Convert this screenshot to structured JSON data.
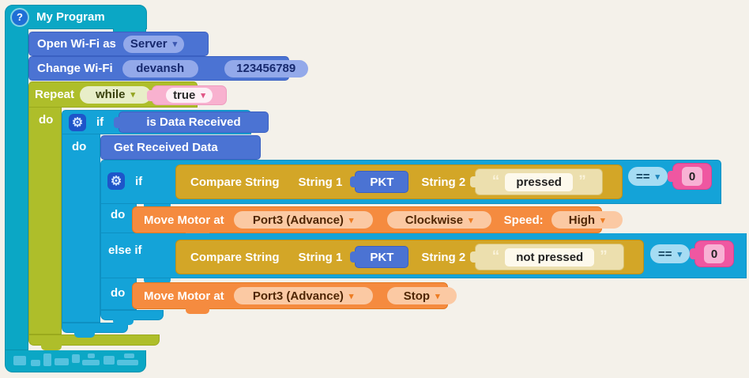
{
  "colors": {
    "workspace_bg": "#f4f1ea",
    "hat_teal": "#0ba7c5",
    "stack_blue": "#4b73d3",
    "loop_lime": "#aebe2a",
    "boolean_pink": "#f8b1cf",
    "if_cyan": "#14a3d8",
    "string_gold": "#d3a627",
    "text_cream": "#ecdfae",
    "number_pink": "#ef57a1",
    "motor_orange": "#f58b3f"
  },
  "hat": {
    "title": "My Program",
    "help": "?"
  },
  "open_wifi": {
    "label": "Open Wi-Fi as",
    "mode": "Server"
  },
  "change_wifi": {
    "label": "Change Wi-Fi",
    "ssid": "devansh",
    "password": "123456789"
  },
  "repeat": {
    "label": "Repeat",
    "mode": "while",
    "condition": "true",
    "do_label": "do"
  },
  "if1": {
    "kw": "if",
    "do_label": "do",
    "condition": "is Data Received"
  },
  "get_data": {
    "label": "Get Received Data"
  },
  "if2": {
    "kw": "if",
    "do_label": "do",
    "elseif_kw": "else if",
    "do2_label": "do"
  },
  "cmp1": {
    "label": "Compare String",
    "s1_label": "String 1",
    "s1_value": "PKT",
    "s2_label": "String 2",
    "quote_open": "“",
    "quote_close": "”",
    "s2_value": "pressed",
    "operator": "==",
    "rhs": "0"
  },
  "cmp2": {
    "label": "Compare String",
    "s1_label": "String 1",
    "s1_value": "PKT",
    "s2_label": "String 2",
    "quote_open": "“",
    "quote_close": "”",
    "s2_value": "not pressed",
    "operator": "==",
    "rhs": "0"
  },
  "motor1": {
    "label": "Move Motor at",
    "port": "Port3 (Advance)",
    "direction": "Clockwise",
    "speed_label": "Speed:",
    "speed": "High"
  },
  "motor2": {
    "label": "Move Motor at",
    "port": "Port3 (Advance)",
    "direction": "Stop"
  }
}
